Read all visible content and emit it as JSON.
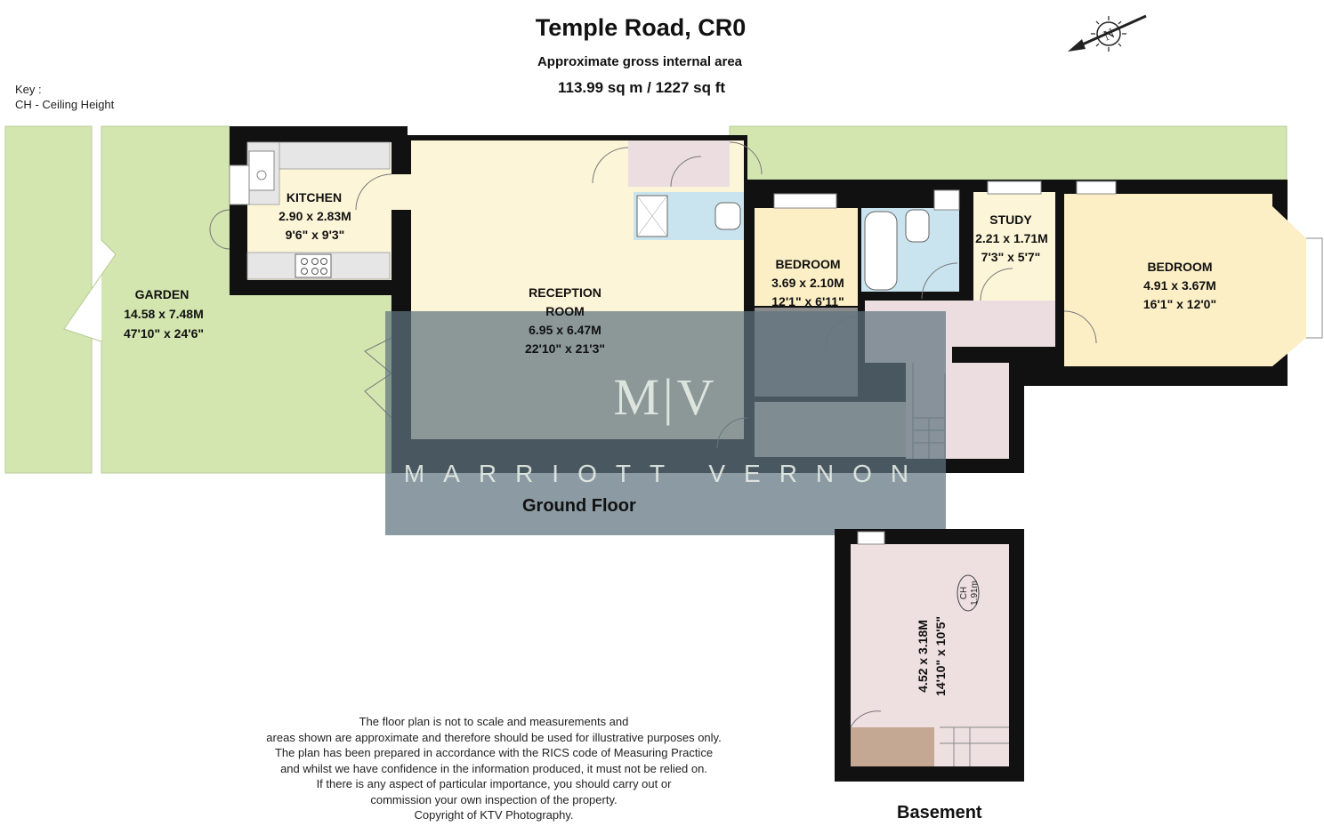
{
  "header": {
    "title": "Temple Road, CR0",
    "subtitle": "Approximate gross internal area",
    "area": "113.99 sq m / 1227 sq ft"
  },
  "key": {
    "heading": "Key :",
    "entry": "CH - Ceiling Height"
  },
  "rooms": {
    "garden": {
      "name": "GARDEN",
      "metric": "14.58 x 7.48M",
      "imperial": "47'10\" x 24'6\""
    },
    "kitchen": {
      "name": "KITCHEN",
      "metric": "2.90 x 2.83M",
      "imperial": "9'6\" x 9'3\""
    },
    "reception": {
      "name": "RECEPTION",
      "name2": "ROOM",
      "metric": "6.95 x 6.47M",
      "imperial": "22'10\" x 21'3\""
    },
    "bedroom1": {
      "name": "BEDROOM",
      "metric": "3.69 x 2.10M",
      "imperial": "12'1\" x 6'11\""
    },
    "study": {
      "name": "STUDY",
      "metric": "2.21 x 1.71M",
      "imperial": "7'3\" x 5'7\""
    },
    "bedroom2": {
      "name": "BEDROOM",
      "metric": "4.91 x 3.67M",
      "imperial": "16'1\" x 12'0\""
    },
    "basement_room": {
      "metric": "4.52 x 3.18M",
      "imperial": "14'10\" x 10'5\"",
      "ceiling_tag": "CH",
      "ceiling_value": "1.91m"
    }
  },
  "floors": {
    "ground": "Ground Floor",
    "basement": "Basement"
  },
  "watermark": {
    "logo": "M|V",
    "brand": "MARRIOTT VERNON"
  },
  "compass": {
    "letter": "N"
  },
  "disclaimer": [
    "The floor plan is not to scale and measurements and",
    "areas shown are approximate and therefore should be used for illustrative purposes only.",
    "The plan has been prepared in accordance with the RICS code of Measuring Practice",
    "and whilst we have confidence in the information produced, it must not be relied on.",
    "If there is any aspect of particular importance, you should carry out or",
    "commission your own inspection of the property.",
    "Copyright of KTV Photography."
  ],
  "colors": {
    "garden": "#d4e6b0",
    "reception": "#fdf5d8",
    "bedroom": "#fcefc6",
    "bathroom": "#c9e4ef",
    "hallway": "#ecdde1",
    "basement": "#eedfe1",
    "wall": "#111111",
    "watermark": "#5f7480"
  }
}
